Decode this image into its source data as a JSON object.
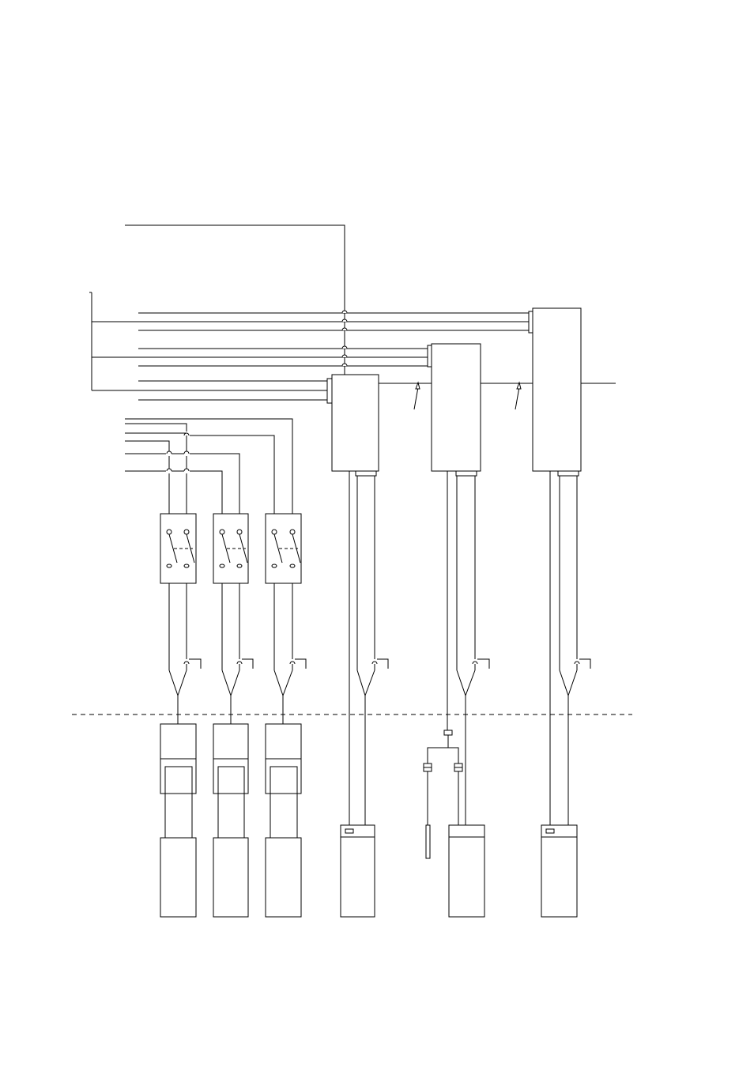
{
  "diagram": {
    "kind": "schematic wiring diagram",
    "line_color": "#000000",
    "background_color": "#ffffff",
    "switch_blocks": 3,
    "controller_units": 3,
    "bottom_boxes": 6,
    "has_dashed_separator": true,
    "labels": []
  }
}
